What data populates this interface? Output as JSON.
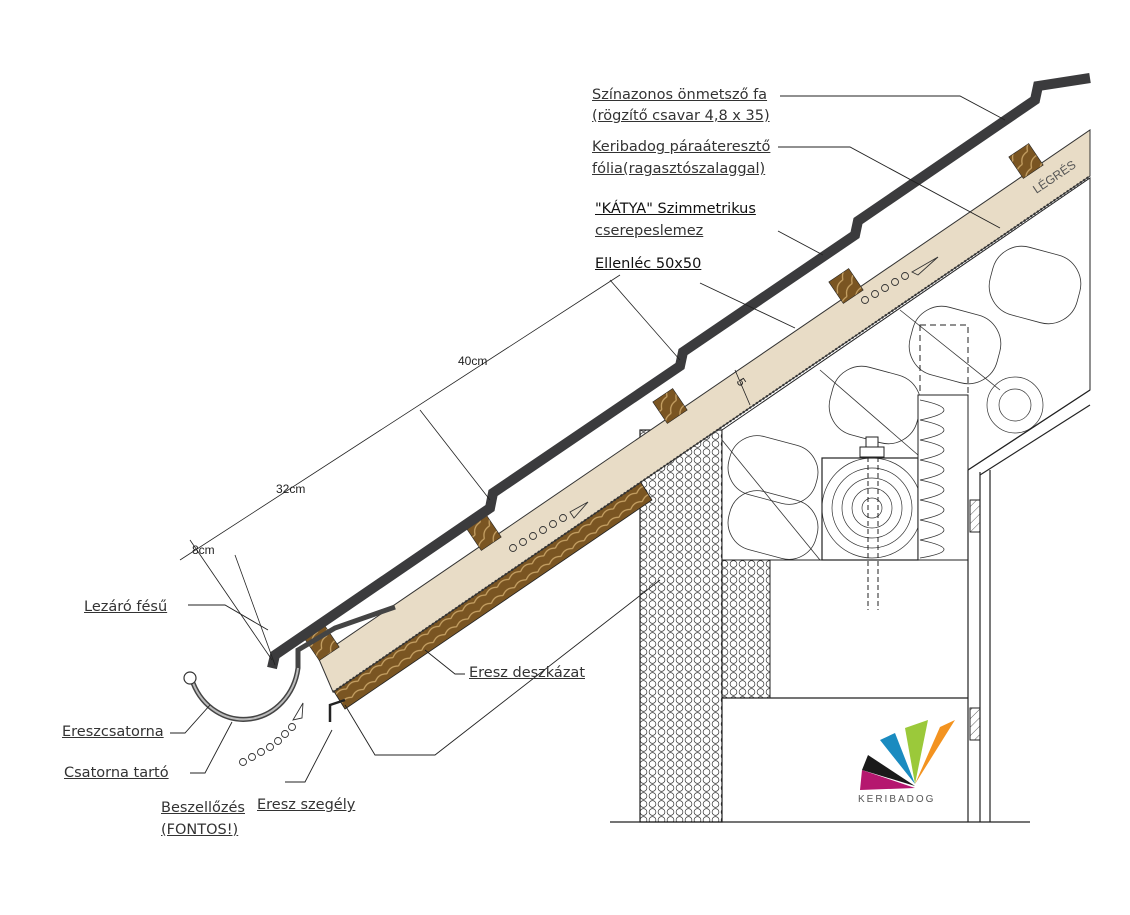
{
  "labels": {
    "screw_line1": "Színazonos önmetsző fa",
    "screw_line2": "(rögzítő csavar 4,8 x 35)",
    "foil_line1": "Keribadog páraáteresztő",
    "foil_line2": "fólia(ragasztószalaggal)",
    "sheet_line1": "\"KÁTYA\" Szimmetrikus",
    "sheet_line2": "cserepeslemez",
    "counter_batten": "Ellenléc 50x50",
    "comb": "Lezáró fésű",
    "eaves_boarding": "Eresz deszkázat",
    "gutter": "Ereszcsatorna",
    "gutter_bracket": "Csatorna tartó",
    "ventilation_line1": "Beszellőzés",
    "ventilation_line2": "(FONTOS!)",
    "eaves_trim": "Eresz szegély"
  },
  "dimensions": {
    "d40": "40cm",
    "d32": "32cm",
    "d8": "8cm",
    "gap": "5",
    "air_gap": "LÉGRÉS"
  },
  "logo": {
    "brand": "KERIBADOG",
    "colors": [
      "#b5176f",
      "#1a1a1a",
      "#1a8bc0",
      "#9bc93a",
      "#f39320"
    ]
  },
  "colors": {
    "sheet": "#3b3b3d",
    "batten_layer": "#e8dcc6",
    "wood": "#7a5522"
  }
}
